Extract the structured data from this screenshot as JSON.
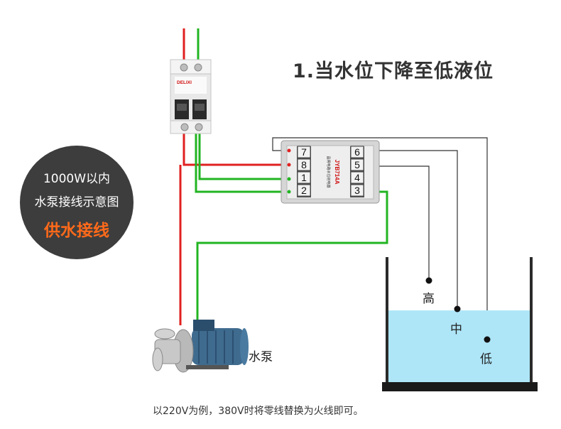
{
  "title": "1.当水位下降至低液位",
  "badge": {
    "line1": "1000W以内",
    "line2": "水泵接线示意图",
    "line3": "供水接线"
  },
  "breaker": {
    "brand": "DELIXI"
  },
  "relay": {
    "model": "JYB714A",
    "subtitle": "晶闸电路水位继电器",
    "left_terminals": [
      "7",
      "8",
      "1",
      "2"
    ],
    "right_terminals": [
      "6",
      "5",
      "4",
      "3"
    ]
  },
  "probes": {
    "high": "高",
    "mid": "中",
    "low": "低"
  },
  "pump_label": "水泵",
  "footer": "以220V为例，380V时将零线替换为火线即可。",
  "colors": {
    "live": "#e02020",
    "neutral": "#22b522",
    "signal": "#333333",
    "water": "#aee6f8"
  }
}
